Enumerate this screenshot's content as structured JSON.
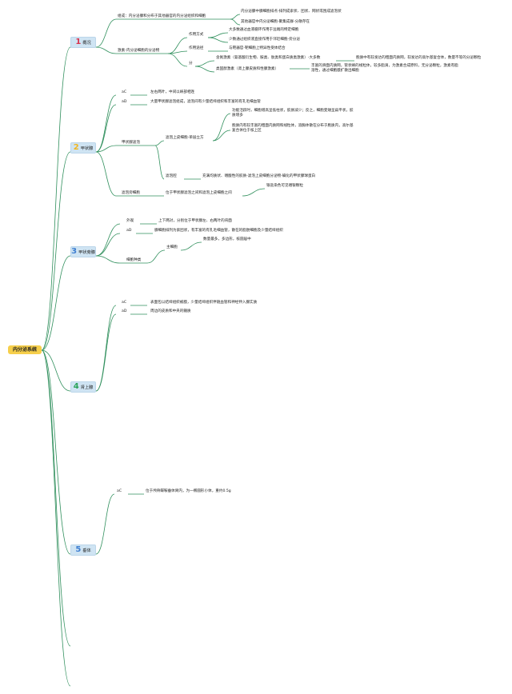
{
  "root": "内分泌系统",
  "colors": {
    "link": "#2f8f5c",
    "root_fill": "#f6cf4b",
    "tag_fill": "#cfe4f3",
    "n1": "#d8344f",
    "n2": "#f2b61f",
    "n3": "#3f7fd1",
    "n4": "#2ba35a",
    "n5": "#3f7fd1"
  },
  "b1": {
    "num": "1",
    "label": "概况",
    "c1": "组成：内分泌腺和分布于其他器官的内分泌组织和细胞",
    "c1a": "内分泌腺中腺细胞排点-排列成索状、团状、网状或围成滤泡状",
    "c1b": "其他器官中内分泌细胞-聚集成群-分散存在",
    "c2": "激素-内分泌细胞的分泌物",
    "m1": "作用方式",
    "m1a": "大多数通过血液循环作用于远端的特定细胞",
    "m1b": "少数通过组织液直接作用于邻近细胞-旁分泌",
    "m2": "作用途径",
    "m2a": "与靶器官-靶细胞上特异性受体结合",
    "m3": "分",
    "m3a": "含氮激素（氨基酸衍生物、胺类、肽类和蛋白质类激素）-大多数",
    "m3a1": "胞质中有较发达的粗面内质网，较发达的高尔基复合体，数量不等的分泌颗粒",
    "m3b": "类固醇激素（肾上腺皮质和性腺激素）",
    "m3b1": "丰富的滑面内质网，管状嵴的线粒体，较多脂滴，为激素合成原料，无分泌颗粒，激素有脂溶性，通过细胞膜扩散出细胞"
  },
  "b2": {
    "num": "2",
    "label": "甲状腺",
    "s1": "aC",
    "s1t": "左右两叶，中间以峡部相连",
    "s2": "aD",
    "s2t": "大量甲状腺滤泡组成，滤泡间有少量结缔组织和丰富的有孔毛细血管",
    "f": "甲状腺滤泡",
    "f1": "滤泡上皮细胞-单层立方",
    "f1a": "功能活跃时，细胞增高呈低柱状，胶质减少；反之，细胞变矮呈扁平状，胶质增多",
    "f1b": "胞质内有较丰富的粗面内质网和线粒体，溶酶体散在分布于胞质内，高尔基复合体位于核上区",
    "f2": "滤泡腔",
    "f2t": "充满均质状、嗜酸性的胶质-滤泡上皮细胞分泌物-碘化的甲状腺球蛋白",
    "p": "滤泡旁细胞",
    "pt": "位于甲状腺滤泡之间和滤泡上皮细胞之间",
    "pt1": "银盐染色可见嗜银颗粒"
  },
  "b3": {
    "num": "3",
    "label": "甲状旁腺",
    "a": "外观",
    "at": "上下两对，分别位于甲状腺左、右两叶的背面",
    "b": "aD",
    "bt": "腺细胞排列为索团状，有丰富的有孔毛细血管，散在的脂肪细胞及少量结缔组织",
    "c": "细胞种类",
    "c1": "主细胞",
    "c1t": "数量最多，多边形，核圆居中"
  },
  "b4": {
    "num": "4",
    "label": "肾上腺",
    "a": "aC",
    "at": "表面包以结缔组织被膜，少量结缔组织伴随血管和神经伸入腺实质",
    "b": "aD",
    "bt": "周边的皮质和中央的髓质"
  },
  "b5": {
    "num": "5",
    "label": "垂体",
    "a": "aC",
    "at": "位于颅骨蝶鞍垂体窝内，为一椭圆形小体，重约0.5g"
  }
}
